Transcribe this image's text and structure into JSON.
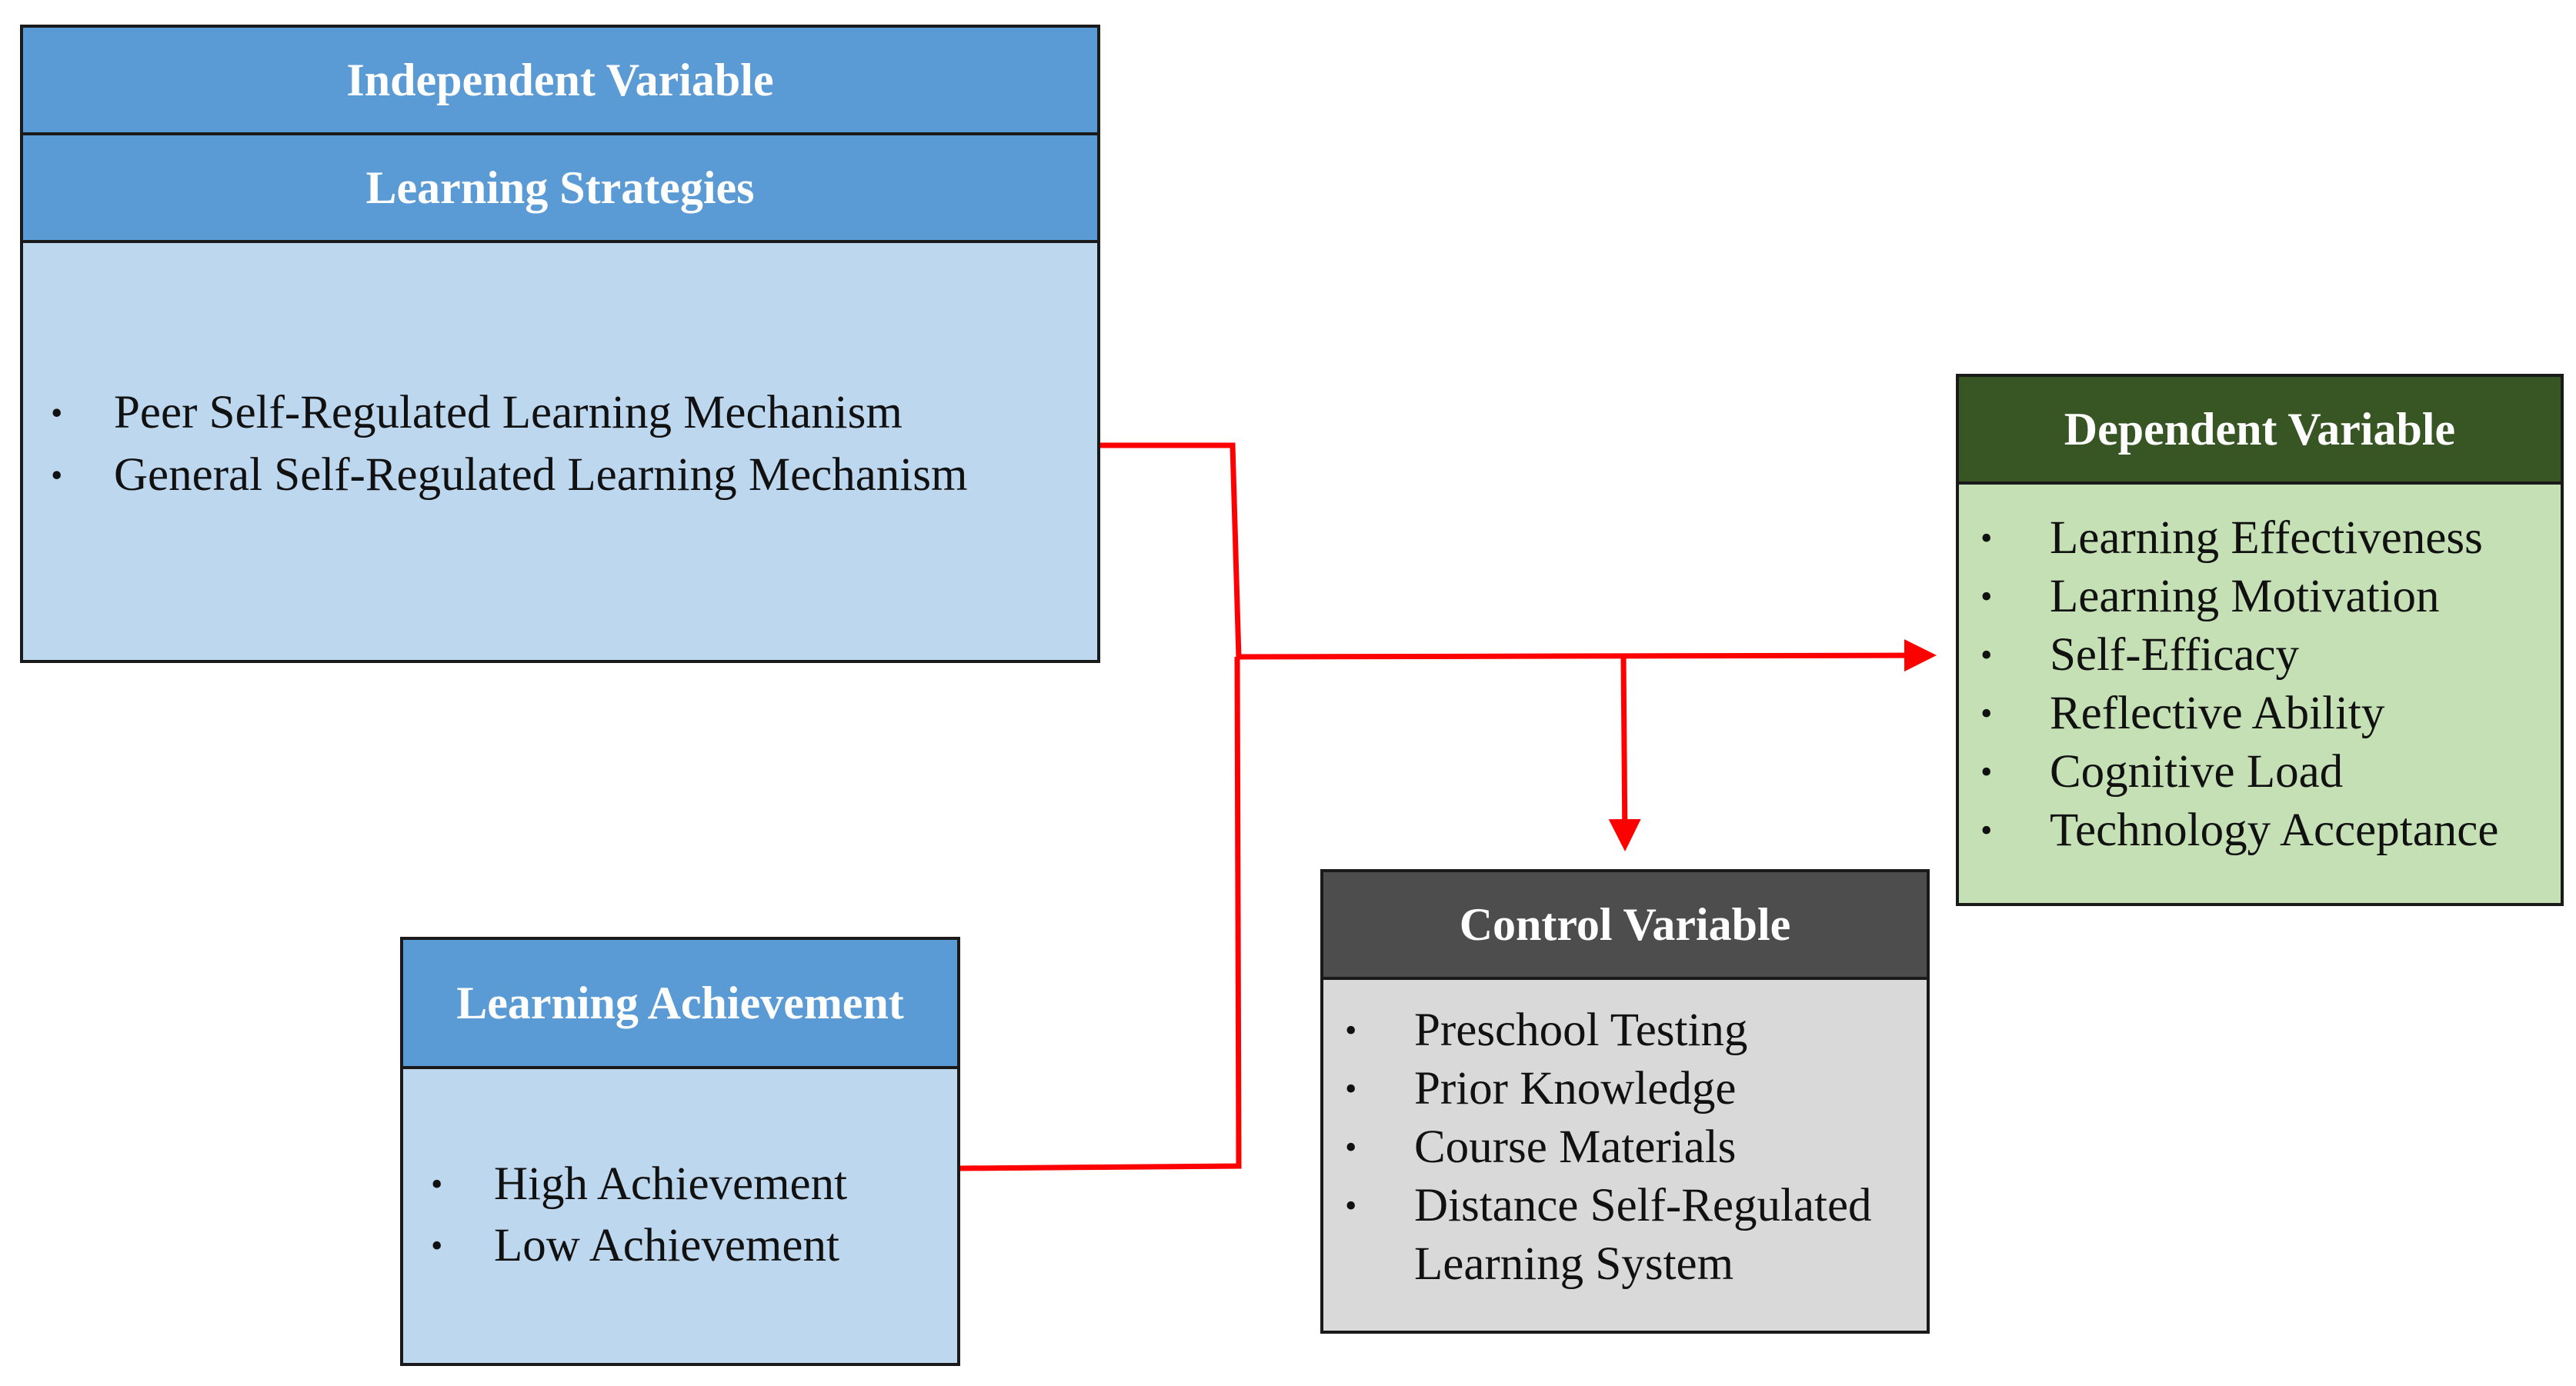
{
  "independent": {
    "header": "Independent Variable",
    "subheader": "Learning Strategies",
    "items": [
      "Peer Self-Regulated Learning Mechanism",
      "General Self-Regulated Learning Mechanism"
    ]
  },
  "achievement": {
    "header": "Learning Achievement",
    "items": [
      "High Achievement",
      "Low Achievement"
    ]
  },
  "control": {
    "header": "Control Variable",
    "items": [
      "Preschool Testing",
      "Prior Knowledge",
      "Course Materials",
      "Distance Self-Regulated",
      "Learning System"
    ]
  },
  "dependent": {
    "header": "Dependent Variable",
    "items": [
      "Learning Effectiveness",
      "Learning Motivation",
      "Self-Efficacy",
      "Reflective Ability",
      "Cognitive Load",
      "Technology Acceptance"
    ]
  },
  "colors": {
    "blue_header": "#5b9bd5",
    "blue_body": "#bdd7ee",
    "green_header": "#375623",
    "green_body": "#c5e0b4",
    "grey_header": "#4d4d4d",
    "grey_body": "#d9d9d9",
    "connector": "#ff0000"
  }
}
